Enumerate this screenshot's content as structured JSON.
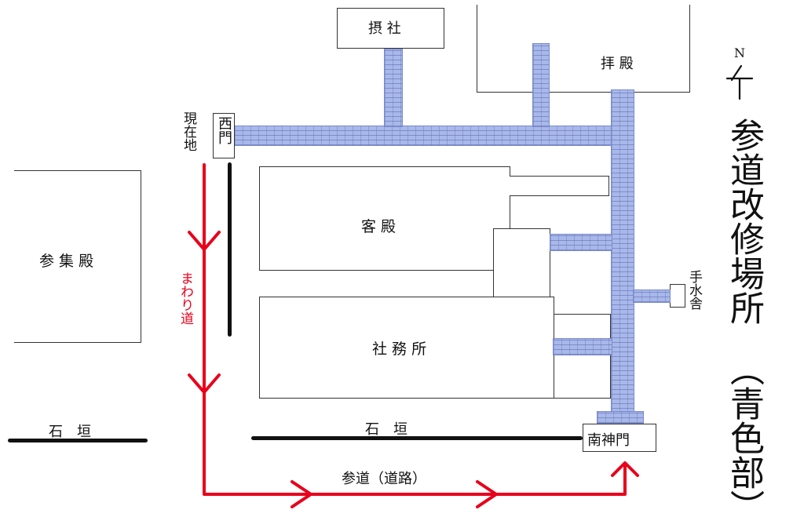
{
  "buildings": {
    "sessha": "摂 社",
    "haiden": "拝 殿",
    "kyakuden": "客 殿",
    "shamusho": "社 務 所",
    "sanshuden": "参 集 殿",
    "temizuya": "手水舎"
  },
  "gates": {
    "west_gate": "西門",
    "south_gate": "南神門"
  },
  "labels": {
    "current_location": "現在地",
    "detour": "まわり道",
    "approach_road": "参道（道路）",
    "stone_wall_left": "石　垣",
    "stone_wall_right": "石　垣"
  },
  "compass": {
    "north": "N"
  },
  "title": {
    "line1": "参道改修場所",
    "line2": "（青色部）"
  },
  "colors": {
    "renovation_area": "#a9b8ea",
    "detour_route": "#e8001c",
    "stone_wall": "#111111"
  }
}
